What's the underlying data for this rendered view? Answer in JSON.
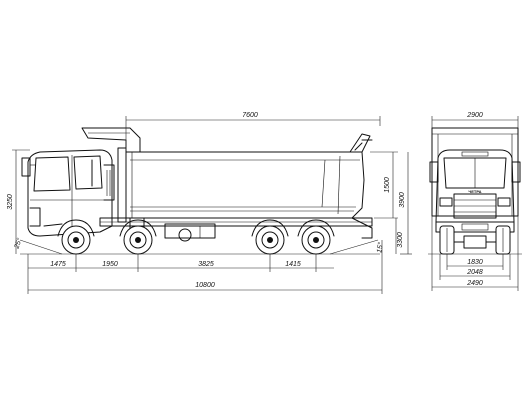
{
  "dimensions": {
    "body_length": "7600",
    "front_width": "2900",
    "overall_height": "3250",
    "body_height": "1500",
    "cab_height_front": "3900",
    "body_floor_height": "3300",
    "approach_angle": "25°",
    "departure_angle": "15°",
    "front_overhang": "1475",
    "wheelbase_front": "1950",
    "wheelbase_mid": "3825",
    "rear_axle_spacing": "1415",
    "overall_length": "10800",
    "track_rear": "1830",
    "track_front": "2048",
    "overall_width": "2490"
  },
  "grille_logo": "ЧЕТРА"
}
